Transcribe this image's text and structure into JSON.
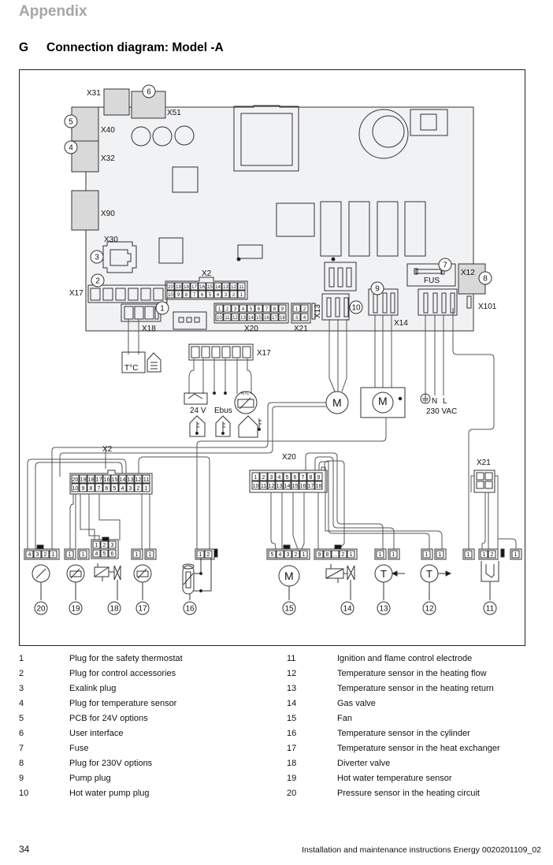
{
  "header": {
    "appendix": "Appendix",
    "section_letter": "G",
    "section_title": "Connection diagram: Model -A"
  },
  "diagram": {
    "connectors": {
      "x31": "X31",
      "x51": "X51",
      "x40": "X40",
      "x32": "X32",
      "x90": "X90",
      "x30": "X30",
      "x17": "X17",
      "x18": "X18",
      "x2": "X2",
      "x20": "X20",
      "x21": "X21",
      "x13": "X13",
      "x14": "X14",
      "x12": "X12",
      "x101": "X101",
      "fus": "FUS"
    },
    "labels": {
      "thermostat": "T°C",
      "v24": "24 V",
      "ebus": "Ebus",
      "ntc": "NTC",
      "power_n": "N",
      "power_l": "L",
      "power": "230 VAC",
      "motor": "M",
      "temp": "T",
      "ellipsis": "..."
    },
    "x2_pins_top": [
      "20",
      "19",
      "18",
      "17",
      "16",
      "15",
      "14",
      "13",
      "12",
      "11"
    ],
    "x2_pins_bottom": [
      "10",
      "9",
      "8",
      "7",
      "6",
      "5",
      "4",
      "3",
      "2",
      "1"
    ],
    "x20_pins_top": [
      "1",
      "2",
      "3",
      "4",
      "5",
      "6",
      "7",
      "8",
      "9"
    ],
    "x20_pins_bottom": [
      "10",
      "11",
      "12",
      "13",
      "14",
      "15",
      "16",
      "17",
      "18"
    ],
    "x21_pins": [
      "1",
      "2",
      "3",
      "4"
    ],
    "callouts": [
      "1",
      "2",
      "3",
      "4",
      "5",
      "6",
      "7",
      "8",
      "9",
      "10",
      "11",
      "12",
      "13",
      "14",
      "15",
      "16",
      "17",
      "18",
      "19",
      "20"
    ]
  },
  "legend": {
    "left": [
      {
        "num": "1",
        "text": "Plug for the safety thermostat"
      },
      {
        "num": "2",
        "text": "Plug for control accessories"
      },
      {
        "num": "3",
        "text": "Exalink plug"
      },
      {
        "num": "4",
        "text": "Plug for temperature sensor"
      },
      {
        "num": "5",
        "text": "PCB for 24V options"
      },
      {
        "num": "6",
        "text": "User interface"
      },
      {
        "num": "7",
        "text": "Fuse"
      },
      {
        "num": "8",
        "text": "Plug for 230V options"
      },
      {
        "num": "9",
        "text": "Pump plug"
      },
      {
        "num": "10",
        "text": "Hot water pump plug"
      }
    ],
    "right": [
      {
        "num": "11",
        "text": "Ignition and flame control electrode"
      },
      {
        "num": "12",
        "text": "Temperature sensor in the heating flow"
      },
      {
        "num": "13",
        "text": "Temperature sensor in the heating return"
      },
      {
        "num": "14",
        "text": "Gas valve"
      },
      {
        "num": "15",
        "text": "Fan"
      },
      {
        "num": "16",
        "text": "Temperature sensor in the cylinder"
      },
      {
        "num": "17",
        "text": "Temperature sensor in the heat exchanger"
      },
      {
        "num": "18",
        "text": "Diverter valve"
      },
      {
        "num": "19",
        "text": "Hot water temperature sensor"
      },
      {
        "num": "20",
        "text": "Pressure sensor in the heating circuit"
      }
    ]
  },
  "footer": {
    "page": "34",
    "doc": "Installation and maintenance instructions Energy 0020201109_02"
  }
}
